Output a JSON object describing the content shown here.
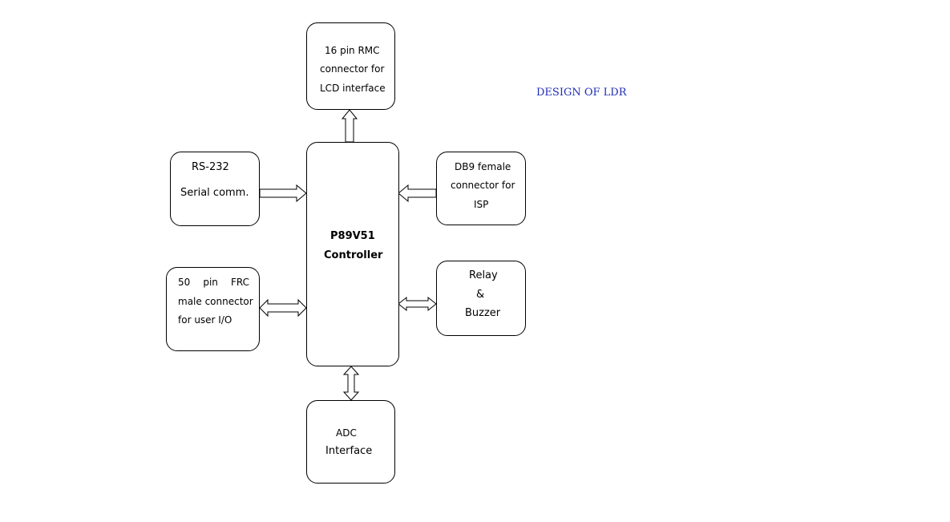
{
  "title": "DESIGN OF LDR",
  "blocks": {
    "lcd": {
      "lines": [
        "16 pin RMC",
        "connector for",
        "LCD interface"
      ]
    },
    "rs232": {
      "lines": [
        "RS-232",
        "Serial comm."
      ]
    },
    "controller": {
      "lines": [
        "P89V51",
        "Controller"
      ]
    },
    "db9": {
      "lines": [
        "DB9 female",
        "connector for",
        "ISP"
      ]
    },
    "frc": {
      "line1_words": [
        "50",
        "pin",
        "FRC"
      ],
      "lines": [
        "male connector",
        "for user I/O"
      ]
    },
    "relay": {
      "lines": [
        "Relay",
        "&",
        "Buzzer"
      ]
    },
    "adc": {
      "lines": [
        "ADC",
        "Interface"
      ]
    }
  }
}
